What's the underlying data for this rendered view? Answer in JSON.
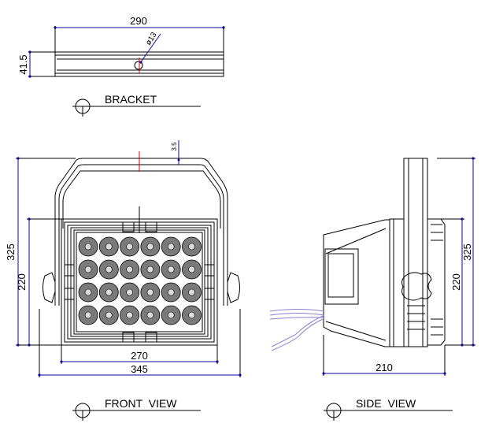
{
  "bracket": {
    "title": "BRACKET",
    "width_dim": "290",
    "height_dim": "41.5",
    "hole_dim": "ø13"
  },
  "front_view": {
    "title": "FRONT  VIEW",
    "total_height_dim": "325",
    "body_height_dim": "220",
    "body_width_dim": "270",
    "total_width_dim": "345",
    "handle_thickness_dim": "3.5",
    "led_rows": 4,
    "led_cols": 6
  },
  "side_view": {
    "title": "SIDE  VIEW",
    "total_height_dim": "325",
    "body_height_dim": "220",
    "depth_dim": "210"
  },
  "colors": {
    "dimension": "#0a0a9a",
    "centerline": "#dd0000",
    "cable": "#8a7fd0"
  }
}
